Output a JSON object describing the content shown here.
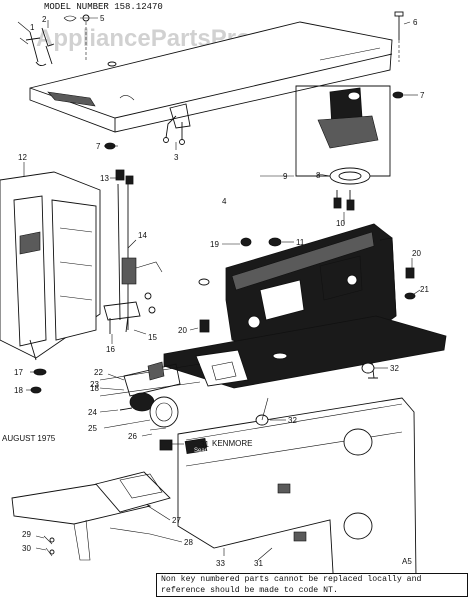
{
  "header": {
    "model_number": "MODEL NUMBER 158.12470"
  },
  "watermark": "AppliancePartsPros.com",
  "date_stamp": "AUGUST 1975",
  "brand": {
    "sears": "Sears",
    "kenmore": "KENMORE"
  },
  "page_code": "A5",
  "note": "Non key numbered parts cannot be replaced locally and reference should be made to code NT.",
  "callouts": [
    "1",
    "2",
    "3",
    "4",
    "5",
    "6",
    "7",
    "7",
    "8",
    "9",
    "10",
    "11",
    "12",
    "13",
    "14",
    "15",
    "16",
    "17",
    "18",
    "18",
    "19",
    "20",
    "20",
    "21",
    "22",
    "23",
    "24",
    "25",
    "26",
    "27",
    "28",
    "29",
    "30",
    "31",
    "31",
    "32",
    "32",
    "33"
  ]
}
